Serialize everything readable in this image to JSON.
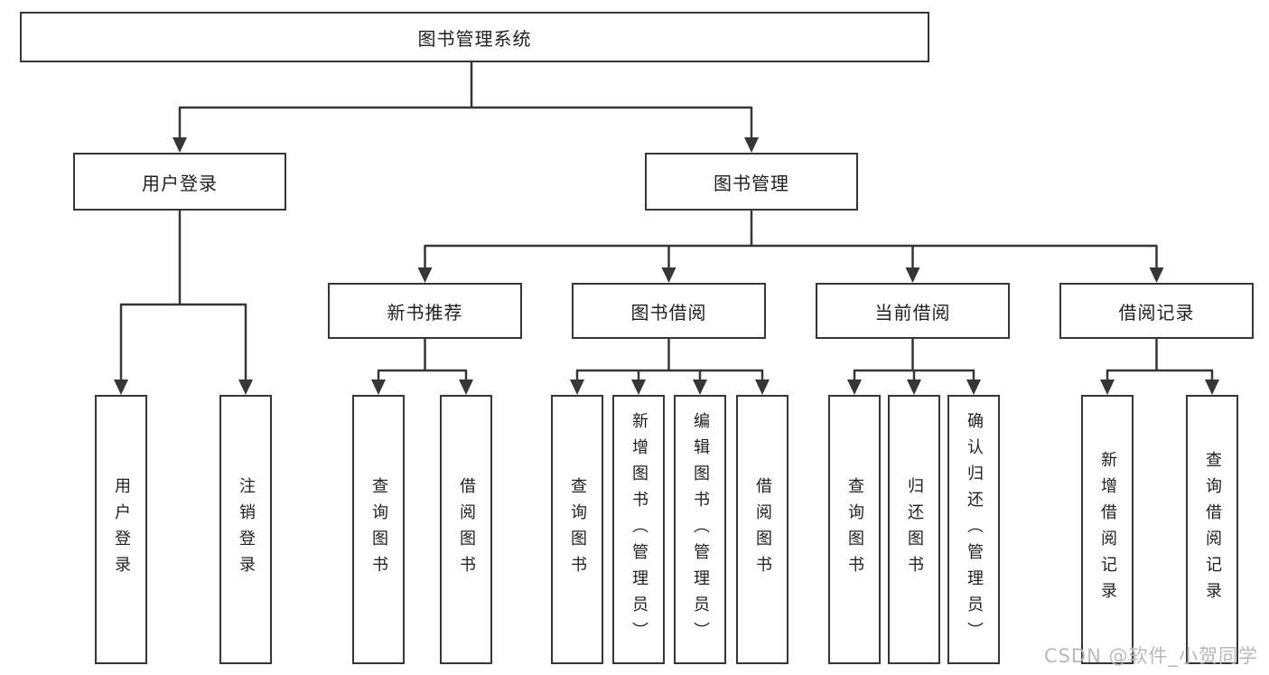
{
  "tree": {
    "label": "图书管理系统",
    "children": [
      {
        "label": "用户登录",
        "children": [
          {
            "label": "用户登录"
          },
          {
            "label": "注销登录"
          }
        ]
      },
      {
        "label": "图书管理",
        "children": [
          {
            "label": "新书推荐",
            "children": [
              {
                "label": "查询图书"
              },
              {
                "label": "借阅图书"
              }
            ]
          },
          {
            "label": "图书借阅",
            "children": [
              {
                "label": "查询图书"
              },
              {
                "label": "新增图书（管理员）"
              },
              {
                "label": "编辑图书（管理员）"
              },
              {
                "label": "借阅图书"
              }
            ]
          },
          {
            "label": "当前借阅",
            "children": [
              {
                "label": "查询图书"
              },
              {
                "label": "归还图书"
              },
              {
                "label": "确认归还（管理员）"
              }
            ]
          },
          {
            "label": "借阅记录",
            "children": [
              {
                "label": "新增借阅记录"
              },
              {
                "label": "查询借阅记录"
              }
            ]
          }
        ]
      }
    ]
  },
  "watermark": {
    "text": "CSDN @软件_小贺同学"
  },
  "colors": {
    "background": "#ffffff",
    "box_border": "#363636",
    "connector": "#363636",
    "text": "#1f1f1f",
    "watermark": "#b9b9b9"
  }
}
